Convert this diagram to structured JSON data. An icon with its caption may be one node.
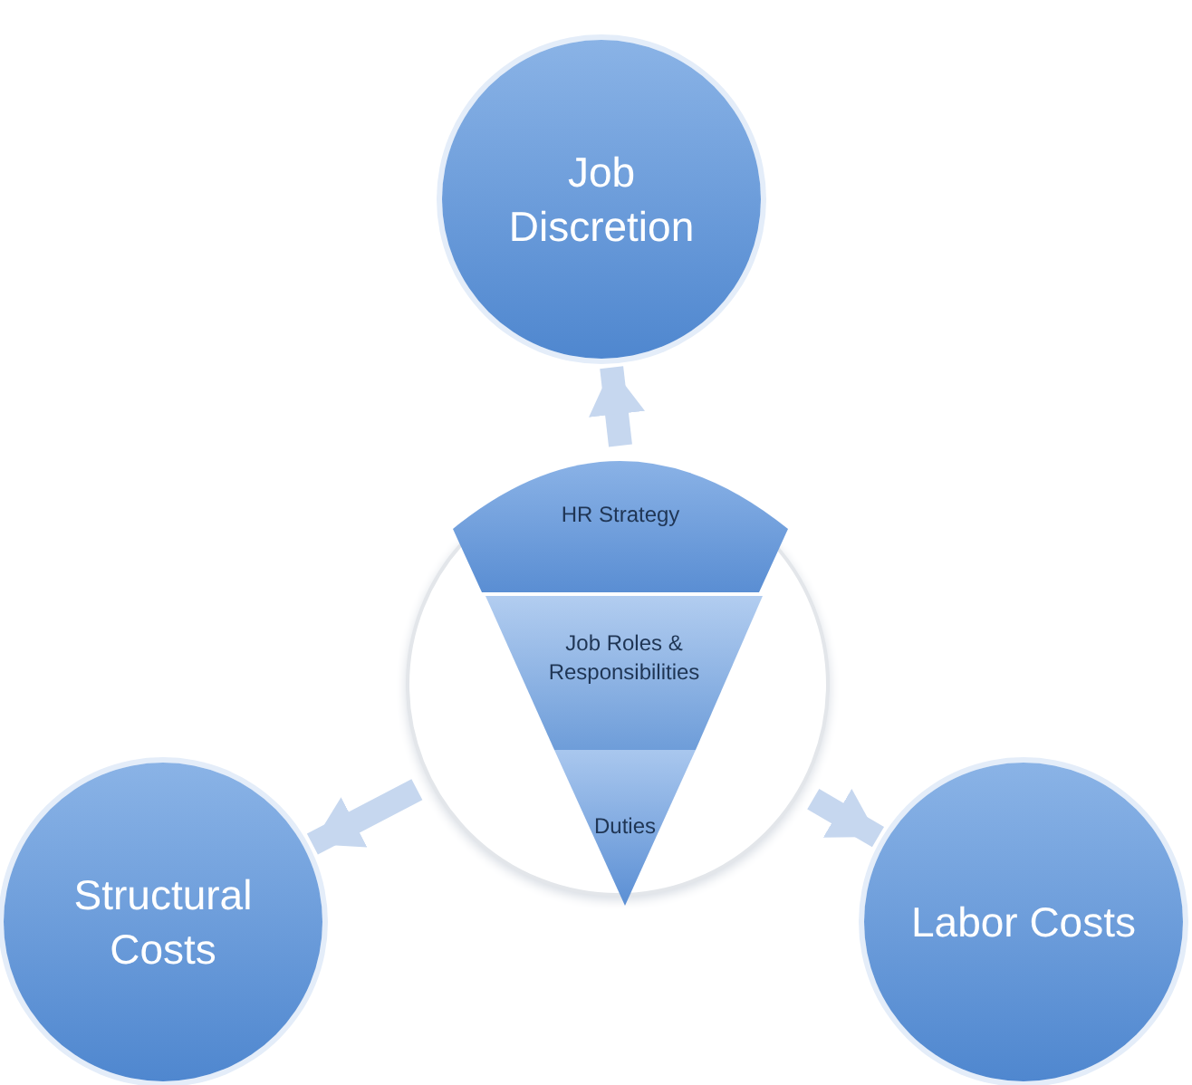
{
  "diagram": {
    "nodes": [
      {
        "text": [
          "Job Discretion"
        ]
      },
      {
        "text": [],
        "shape": "circle"
      },
      {
        "text": [
          "HR Strategy"
        ]
      },
      {
        "text": [
          "Job Roles & Responsibilities"
        ],
        "in": 1
      },
      {
        "text": [
          "Duties"
        ],
        "in": 1
      },
      {
        "text": [
          "Structural Costs"
        ]
      },
      {
        "text": [
          "Labor Costs"
        ]
      }
    ],
    "edges": [
      {
        "from": 2,
        "to": 0,
        "arrow": "to"
      },
      {
        "from": 1,
        "to": 5,
        "arrow": "to"
      },
      {
        "from": 1,
        "to": 6,
        "arrow": "to"
      }
    ]
  }
}
